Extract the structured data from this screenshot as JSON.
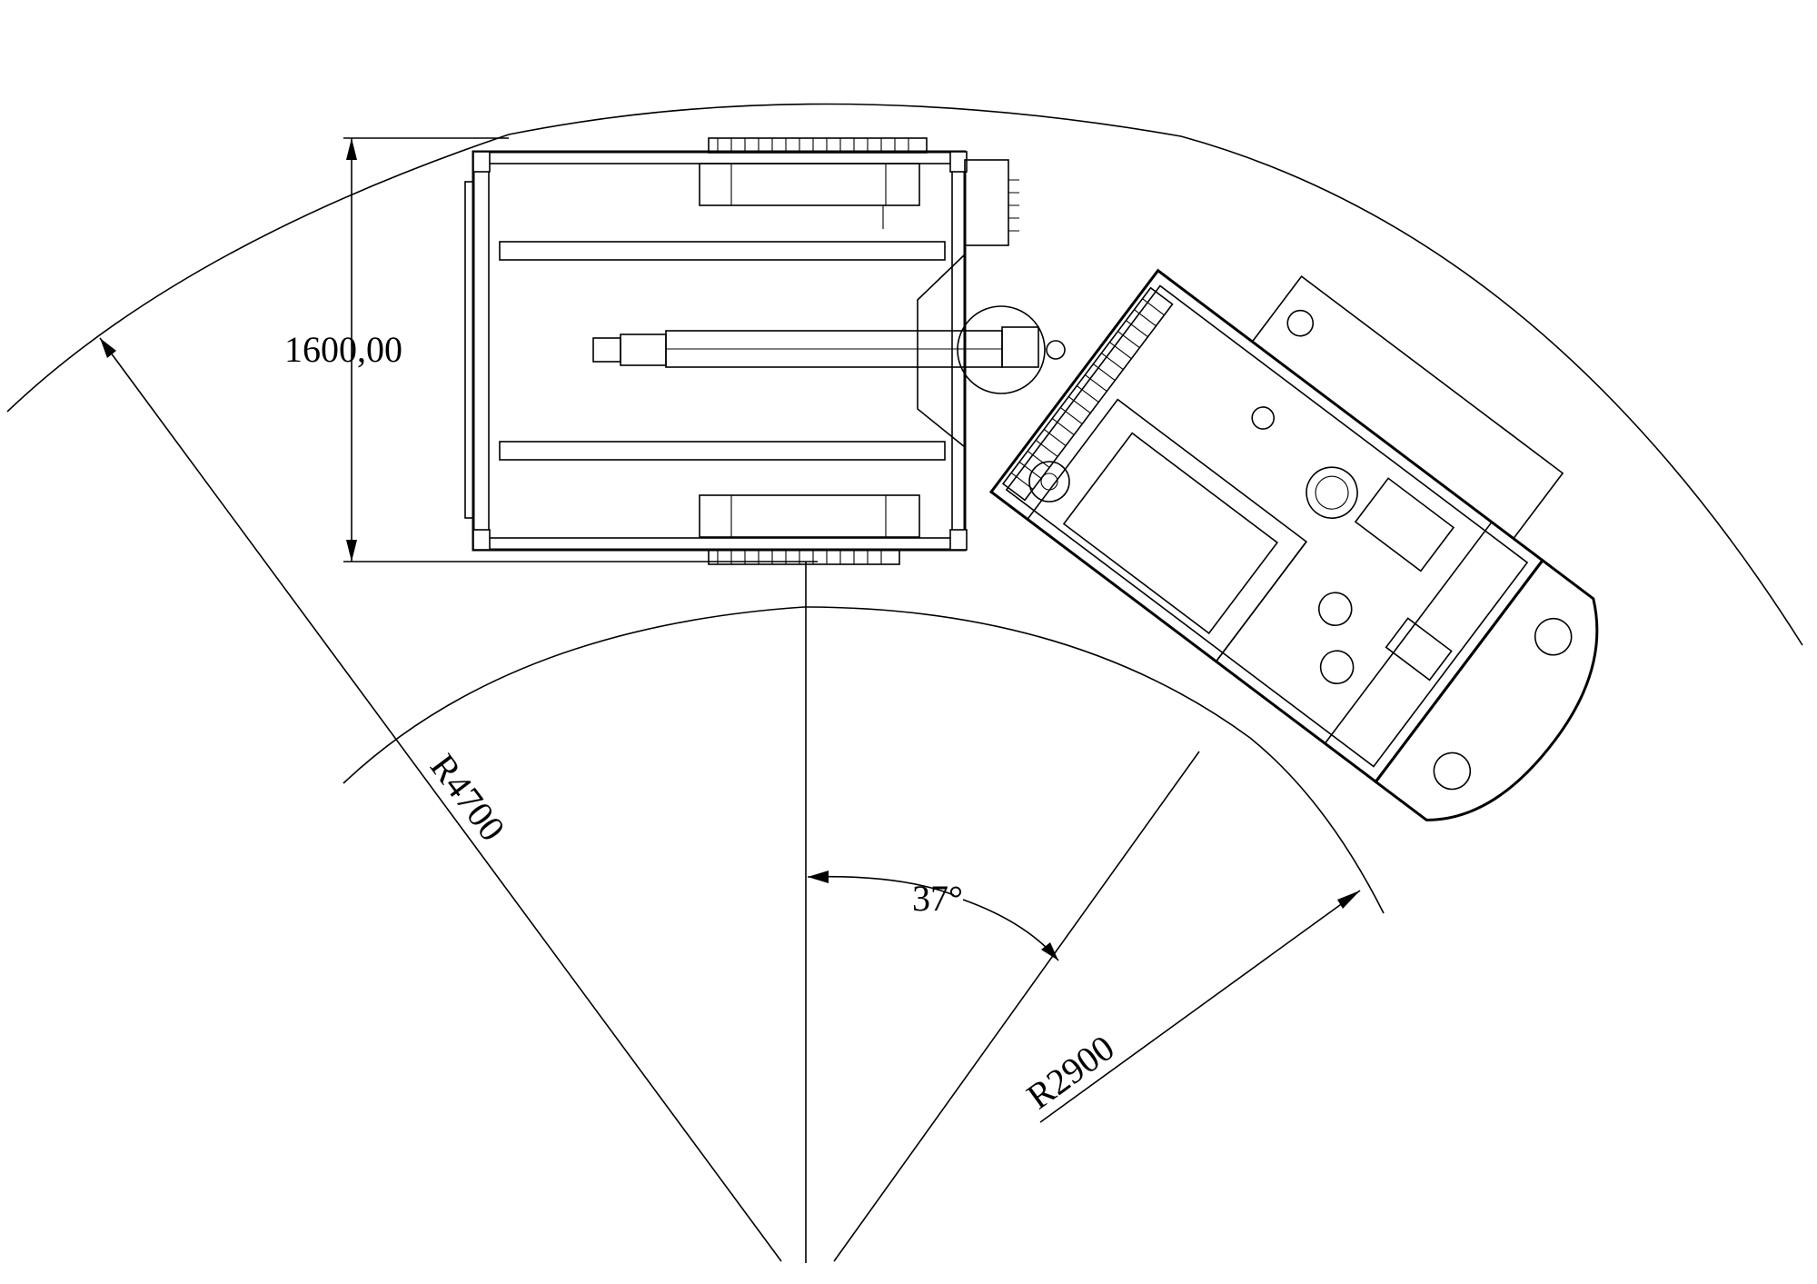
{
  "drawing": {
    "dimensions": {
      "width_label": "1600,00",
      "outer_radius_label": "R4700",
      "inner_radius_label": "R2900",
      "angle_label": "37°"
    }
  }
}
